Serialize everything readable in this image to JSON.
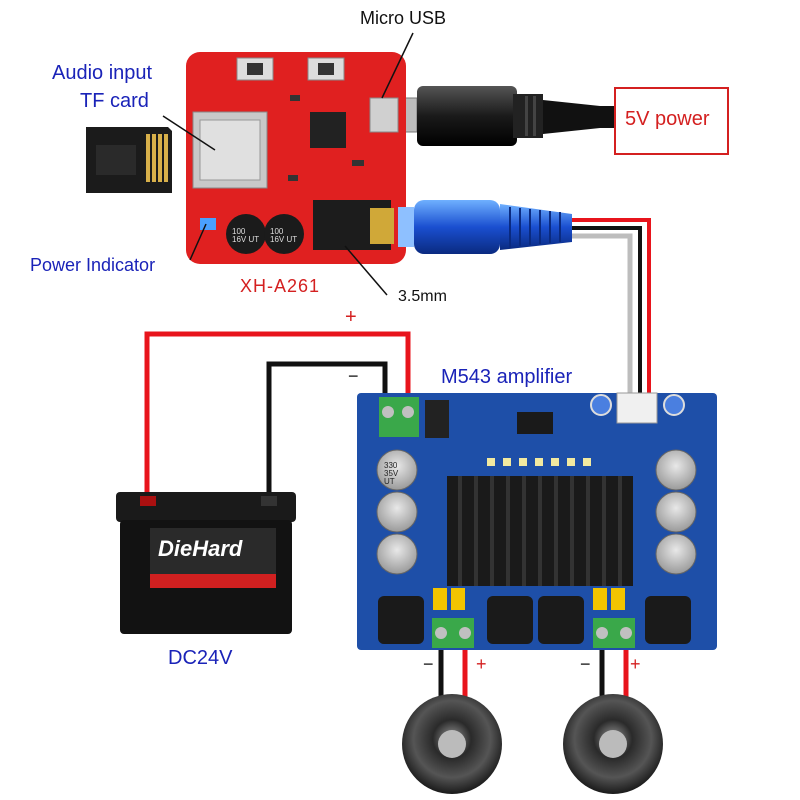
{
  "labels": {
    "micro_usb": "Micro USB",
    "audio_input_line1": "Audio input",
    "audio_input_line2": "TF card",
    "power_indicator": "Power Indicator",
    "module_name": "XH-A261",
    "jack": "3.5mm",
    "power_box": "5V power",
    "plus_top": "+",
    "minus_top": "−",
    "amplifier": "M543 amplifier",
    "battery_voltage": "DC24V",
    "spk1_minus": "−",
    "spk1_plus": "+",
    "spk2_minus": "−",
    "spk2_plus": "+"
  },
  "battery": {
    "brand": "DieHard"
  },
  "capacitors": {
    "small_1": "100 16V UT",
    "small_2": "100 16V UT",
    "large": "330 35V UT"
  },
  "colors": {
    "label_blue": "#1a23b8",
    "wire_red": "#e8141c",
    "wire_black": "#111111",
    "wire_gray": "#bdbdbd",
    "board_red": "#e02020",
    "board_blue": "#1e4fa8",
    "power_box_border": "#d42020"
  }
}
